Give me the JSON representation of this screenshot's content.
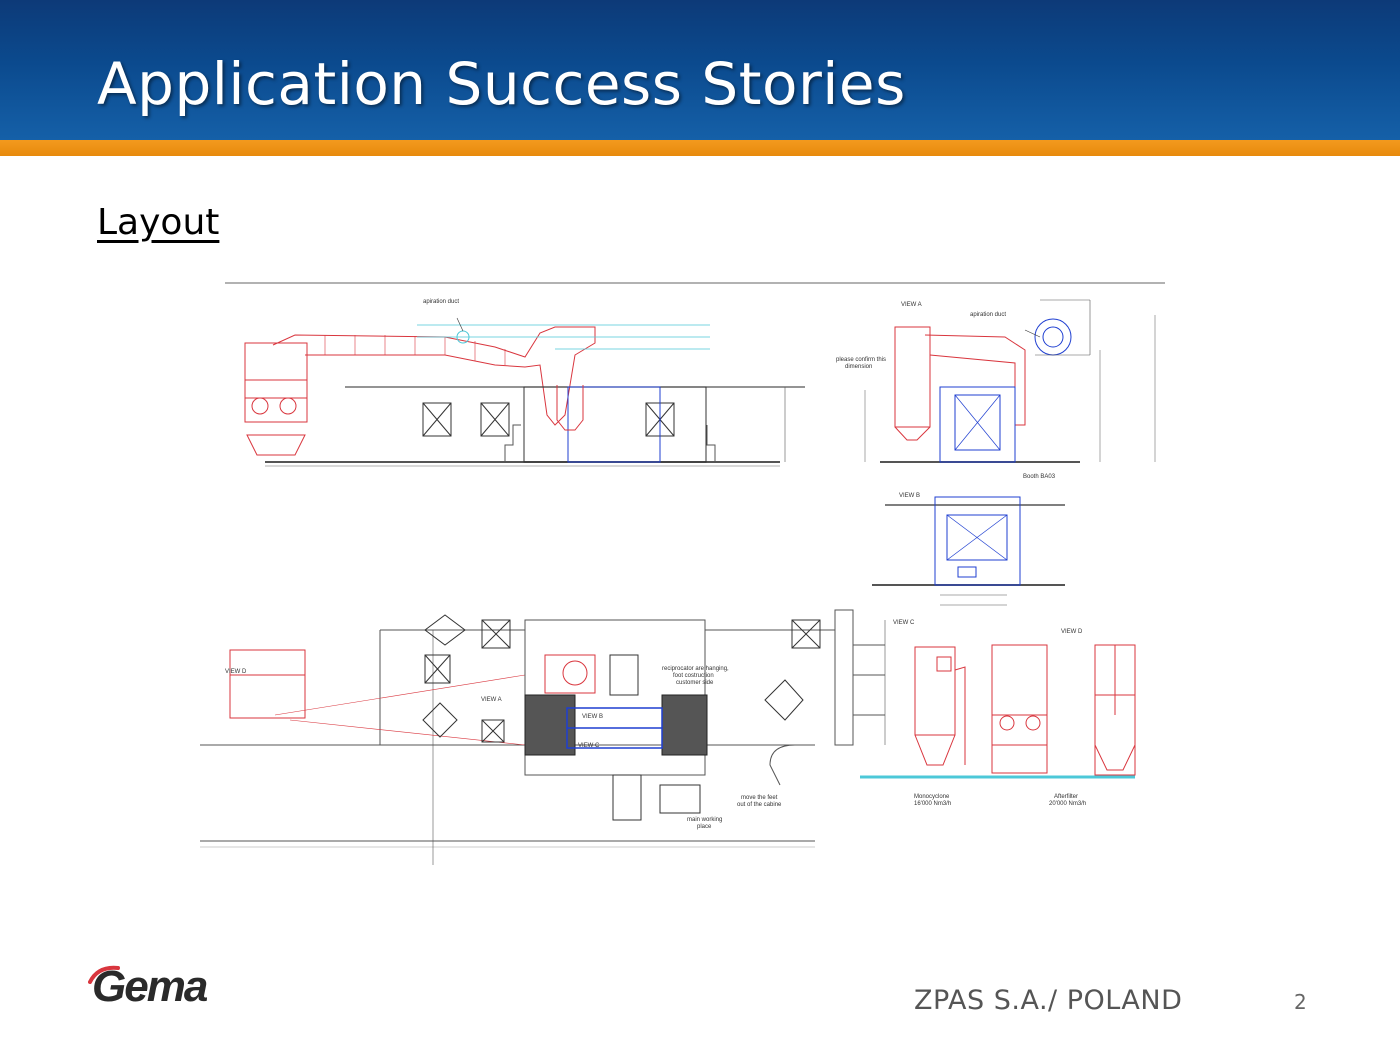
{
  "slide": {
    "title": "Application Success Stories",
    "subtitle": "Layout",
    "company": "ZPAS S.A./ POLAND",
    "page_number": "2",
    "logo_text": "Gema"
  },
  "drawing": {
    "labels": {
      "apiration_duct_left": "apiration duct",
      "view_a_top": "VIEW A",
      "apiration_duct_right": "apiration duct",
      "please_confirm_line1": "please confirm this",
      "please_confirm_line2": "dimension",
      "booth": "Booth BA03",
      "view_b_top": "VIEW B",
      "view_c_right": "VIEW C",
      "view_d_right": "VIEW D",
      "view_d_left": "VIEW D",
      "view_a_plan": "VIEW A",
      "view_b_plan": "VIEW B",
      "view_c_plan": "VIEW C",
      "reciprocator_line1": "reciprocator are hanging,",
      "reciprocator_line2": "foot costruction",
      "reciprocator_line3": "customer side",
      "move_feet_line1": "move the feet",
      "move_feet_line2": "out of the cabine",
      "main_working_line1": "main working",
      "main_working_line2": "place",
      "monocyclone_line1": "Monocyclone",
      "monocyclone_line2": "16'000 Nm3/h",
      "afterfilter_line1": "Afterfilter",
      "afterfilter_line2": "20'000 Nm3/h"
    }
  },
  "colors": {
    "header_blue": "#0b4a8e",
    "accent_orange": "#f39a1e",
    "drawing_red": "#d9363e",
    "drawing_blue": "#1f3fd1",
    "drawing_cyan": "#4cc8d8"
  }
}
